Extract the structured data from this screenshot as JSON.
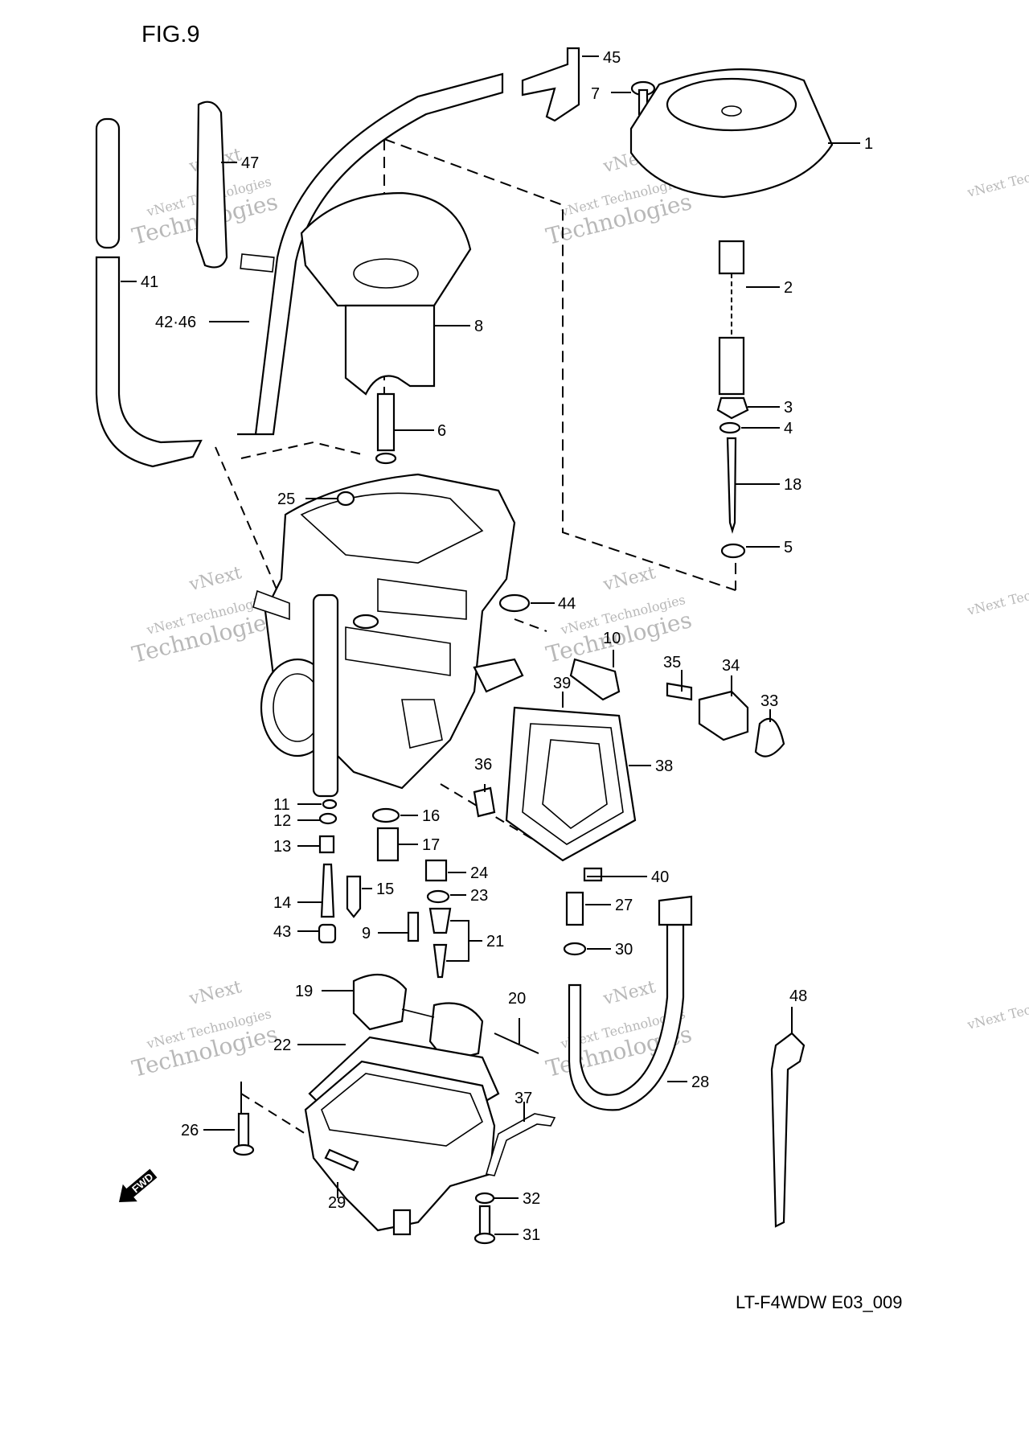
{
  "figure": {
    "title": "FIG.9",
    "code": "LT-F4WDW E03_009",
    "fwd_marker": "FWD"
  },
  "watermark": {
    "line1": "vNext Technologies",
    "line2": "vNext",
    "line3": "Technologies",
    "color": "#b8b8b8"
  },
  "callouts": [
    {
      "id": "c1",
      "label": "1"
    },
    {
      "id": "c2",
      "label": "2"
    },
    {
      "id": "c3",
      "label": "3"
    },
    {
      "id": "c4",
      "label": "4"
    },
    {
      "id": "c5",
      "label": "5"
    },
    {
      "id": "c6",
      "label": "6"
    },
    {
      "id": "c7",
      "label": "7"
    },
    {
      "id": "c8",
      "label": "8"
    },
    {
      "id": "c9",
      "label": "9"
    },
    {
      "id": "c10",
      "label": "10"
    },
    {
      "id": "c11",
      "label": "11"
    },
    {
      "id": "c12",
      "label": "12"
    },
    {
      "id": "c13",
      "label": "13"
    },
    {
      "id": "c14",
      "label": "14"
    },
    {
      "id": "c15",
      "label": "15"
    },
    {
      "id": "c16",
      "label": "16"
    },
    {
      "id": "c17",
      "label": "17"
    },
    {
      "id": "c18",
      "label": "18"
    },
    {
      "id": "c19",
      "label": "19"
    },
    {
      "id": "c20",
      "label": "20"
    },
    {
      "id": "c21",
      "label": "21"
    },
    {
      "id": "c22",
      "label": "22"
    },
    {
      "id": "c23",
      "label": "23"
    },
    {
      "id": "c24",
      "label": "24"
    },
    {
      "id": "c25",
      "label": "25"
    },
    {
      "id": "c26",
      "label": "26"
    },
    {
      "id": "c27",
      "label": "27"
    },
    {
      "id": "c28",
      "label": "28"
    },
    {
      "id": "c29",
      "label": "29"
    },
    {
      "id": "c30",
      "label": "30"
    },
    {
      "id": "c31",
      "label": "31"
    },
    {
      "id": "c32",
      "label": "32"
    },
    {
      "id": "c33",
      "label": "33"
    },
    {
      "id": "c34",
      "label": "34"
    },
    {
      "id": "c35",
      "label": "35"
    },
    {
      "id": "c36",
      "label": "36"
    },
    {
      "id": "c37",
      "label": "37"
    },
    {
      "id": "c38",
      "label": "38"
    },
    {
      "id": "c39",
      "label": "39"
    },
    {
      "id": "c40",
      "label": "40"
    },
    {
      "id": "c41",
      "label": "41"
    },
    {
      "id": "c4246",
      "label": "42·46"
    },
    {
      "id": "c43",
      "label": "43"
    },
    {
      "id": "c44",
      "label": "44"
    },
    {
      "id": "c45",
      "label": "45"
    },
    {
      "id": "c47",
      "label": "47"
    },
    {
      "id": "c48",
      "label": "48"
    }
  ]
}
